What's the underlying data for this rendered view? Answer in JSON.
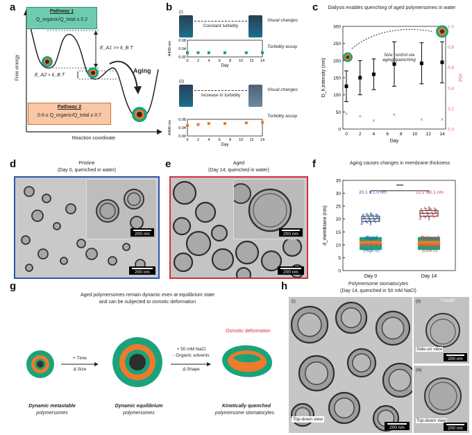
{
  "panel_labels": {
    "a": "a",
    "b": "b",
    "c": "c",
    "d": "d",
    "e": "e",
    "f": "f",
    "g": "g",
    "h": "h"
  },
  "panel_a": {
    "pathway1_title": "Pathway 1",
    "pathway1_cond": "Q_organic/Q_total ≤ 0.2",
    "pathway2_title": "Pathway 2",
    "pathway2_cond": "0.6 ≤ Q_organic/Q_total ≤ 0.7",
    "ea1": "E_A1 >> k_B T",
    "ea2": "E_A2 ≈ k_B T",
    "aging": "Aging",
    "ylabel": "Free energy",
    "xlabel": "Reaction coordinate"
  },
  "panel_b": {
    "i_label": "(i)",
    "ii_label": "(ii)",
    "constant": "Constant turbidity",
    "increase": "Increase in turbidity",
    "visual_changes": "Visual changes",
    "turbidity_assay": "Turbidity assay",
    "ylabel": "A400 nm",
    "xlabel": "Day",
    "xticks": [
      "0",
      "2",
      "4",
      "6",
      "8",
      "10",
      "12",
      "14"
    ],
    "yticks": [
      "0.00",
      "0.04",
      "0.08"
    ],
    "series_i": {
      "x": [
        0,
        2,
        4,
        7,
        11,
        14
      ],
      "y": [
        0.02,
        0.02,
        0.02,
        0.02,
        0.02,
        0.02
      ],
      "color": "#1aa37a"
    },
    "series_ii": {
      "x": [
        0,
        2,
        4,
        7,
        11,
        14
      ],
      "y": [
        0.05,
        0.055,
        0.06,
        0.06,
        0.063,
        0.065
      ],
      "color": "#f07a2a"
    }
  },
  "chart_data": {
    "type": "scatter",
    "title": "Dialysis enables quenching of aged polymersomes in water",
    "xlabel": "Day",
    "ylabel": "D_h,intensity (nm)",
    "y2label": "PDI",
    "xlim": [
      0,
      14
    ],
    "ylim": [
      0,
      300
    ],
    "y2lim": [
      0,
      1.0
    ],
    "xticks": [
      "0",
      "2",
      "4",
      "6",
      "8",
      "10",
      "12",
      "14"
    ],
    "yticks": [
      "0",
      "50",
      "100",
      "150",
      "200",
      "250",
      "300"
    ],
    "y2ticks": [
      "0.0",
      "0.2",
      "0.4",
      "0.6",
      "0.8",
      "1.0"
    ],
    "annotation": "Size control via aging/quenching",
    "series": [
      {
        "name": "D_h",
        "x": [
          0,
          2,
          4,
          7,
          11,
          14
        ],
        "y": [
          125,
          150,
          160,
          190,
          192,
          195
        ],
        "err": [
          45,
          50,
          45,
          65,
          60,
          60
        ],
        "color": "#000000"
      },
      {
        "name": "PDI",
        "x": [
          0,
          2,
          4,
          7,
          11,
          14
        ],
        "y": [
          0.15,
          0.12,
          0.08,
          0.14,
          0.09,
          0.09
        ],
        "color": "#e06080"
      }
    ]
  },
  "panel_d": {
    "title": "Pristine",
    "subtitle": "(Day 0, quenched in water)",
    "scale": "200 nm",
    "inset_scale": "200 nm"
  },
  "panel_e": {
    "title": "Aged",
    "subtitle": "(Day 14, quenched in water)",
    "scale": "200 nm",
    "inset_scale": "200 nm"
  },
  "panel_f": {
    "title": "Aging causes changes in membrane thickness",
    "ylabel": "d_membrane (nm)",
    "yticks": [
      "0",
      "5",
      "10",
      "15",
      "20",
      "25",
      "30",
      "35"
    ],
    "categories": [
      "Day 0",
      "Day 14"
    ],
    "day0_value": "20.1 ± 1.0 nm",
    "day14_value": "22.2 ± 1.1 nm",
    "sig": "****",
    "rigid": "Rigid",
    "rigid_sub1": "membrane",
    "rigid_sub2": "(High σ)",
    "relaxed": "Relaxed",
    "relaxed_sub1": "membrane",
    "relaxed_sub2": "(Low σ)",
    "means": [
      20.1,
      22.2
    ],
    "sds": [
      1.0,
      1.1
    ]
  },
  "panel_g": {
    "title_line1": "Aged polymersomes remain dynamic even at equilibrium state",
    "title_line2": "and can be subjected to osmotic deformation",
    "step1_top": "+ Time",
    "step1_bot": "Δ Size",
    "step2_top1": "+ 50 mM NaCl",
    "step2_top2": "- Organic solvents",
    "step2_bot": "Δ Shape",
    "osmotic": "Osmotic deformation",
    "label1_bold": "Dynamic metastable",
    "label1_it": "polymersomes",
    "label2_bold": "Dynamic equilibrium",
    "label2_it": "polymersomes",
    "label3_bold": "Kinetically quenched",
    "label3_it": "polymersome stomatocytes"
  },
  "panel_h": {
    "title": "Polymersome stomatocytes",
    "subtitle": "(Day 14, quenched in 50 mM NaCl)",
    "i": "(i)",
    "ii": "(ii)",
    "iii": "(iii)",
    "mouth": "\"mouth\"",
    "top_down": "Top-down view",
    "side_on": "Side-on view",
    "top_down2": "Top-down view",
    "scale1": "200 nm",
    "scale2": "200 nm",
    "scale3": "200 nm"
  },
  "colors": {
    "teal": "#1aa37a",
    "orange": "#f07a2a",
    "blue_border": "#2a55a8",
    "red_border": "#d0303a",
    "pink": "#e06080"
  }
}
